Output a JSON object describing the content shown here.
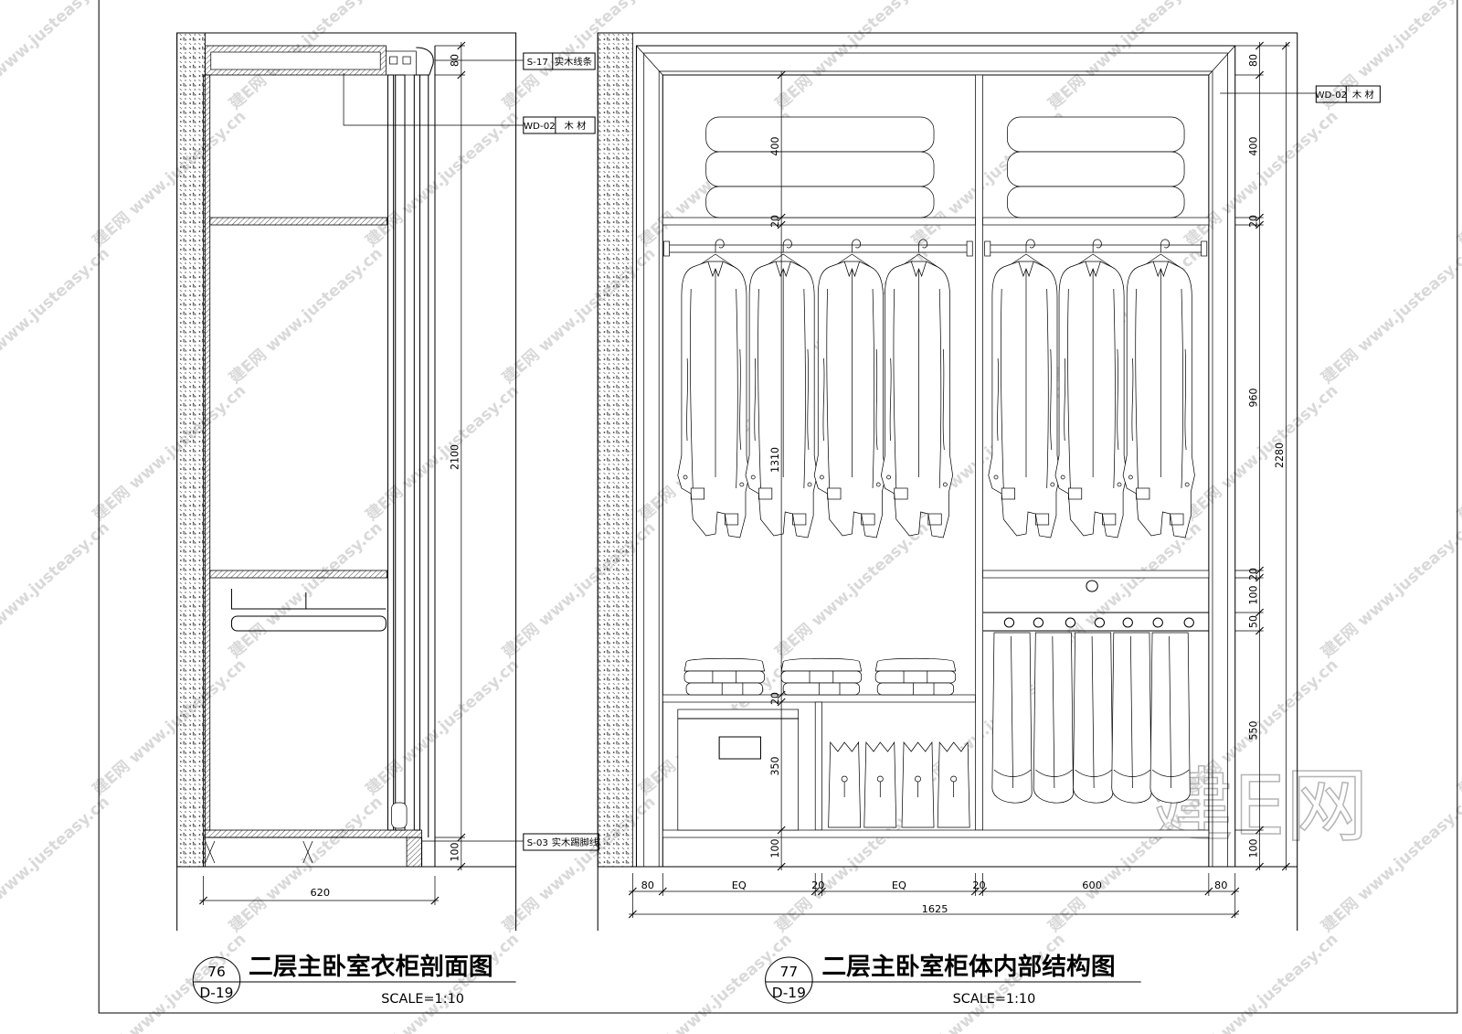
{
  "drawings": [
    {
      "number": "76",
      "sheet": "D-19",
      "title": "二层主卧室衣柜剖面图",
      "scale": "SCALE=1:10",
      "callouts": [
        {
          "code": "S-17",
          "material": "实木线条"
        },
        {
          "code": "WD-02",
          "material": "木 材"
        },
        {
          "code": "S-03",
          "material": "实木踢脚线"
        }
      ],
      "dims_vertical": [
        "80",
        "2100",
        "100"
      ],
      "dims_horizontal": [
        "620"
      ]
    },
    {
      "number": "77",
      "sheet": "D-19",
      "title": "二层主卧室柜体内部结构图",
      "scale": "SCALE=1:10",
      "callouts": [
        {
          "code": "WD-02",
          "material": "木 材"
        }
      ],
      "dims_inner_vertical": [
        "400",
        "20",
        "1310",
        "20",
        "350",
        "100"
      ],
      "dims_right_vertical": [
        "80",
        "400",
        "20",
        "960",
        "20",
        "100",
        "50",
        "550",
        "100"
      ],
      "dims_overall_height": "2280",
      "dims_horizontal": [
        "80",
        "EQ",
        "20",
        "EQ",
        "20",
        "600",
        "80"
      ],
      "dims_overall_width": "1625"
    }
  ],
  "watermark": {
    "logo": "建E网",
    "site": "www.justeasy.cn"
  },
  "colors": {
    "line": "#000000",
    "watermark": "#c8c8c8",
    "background": "#ffffff"
  }
}
